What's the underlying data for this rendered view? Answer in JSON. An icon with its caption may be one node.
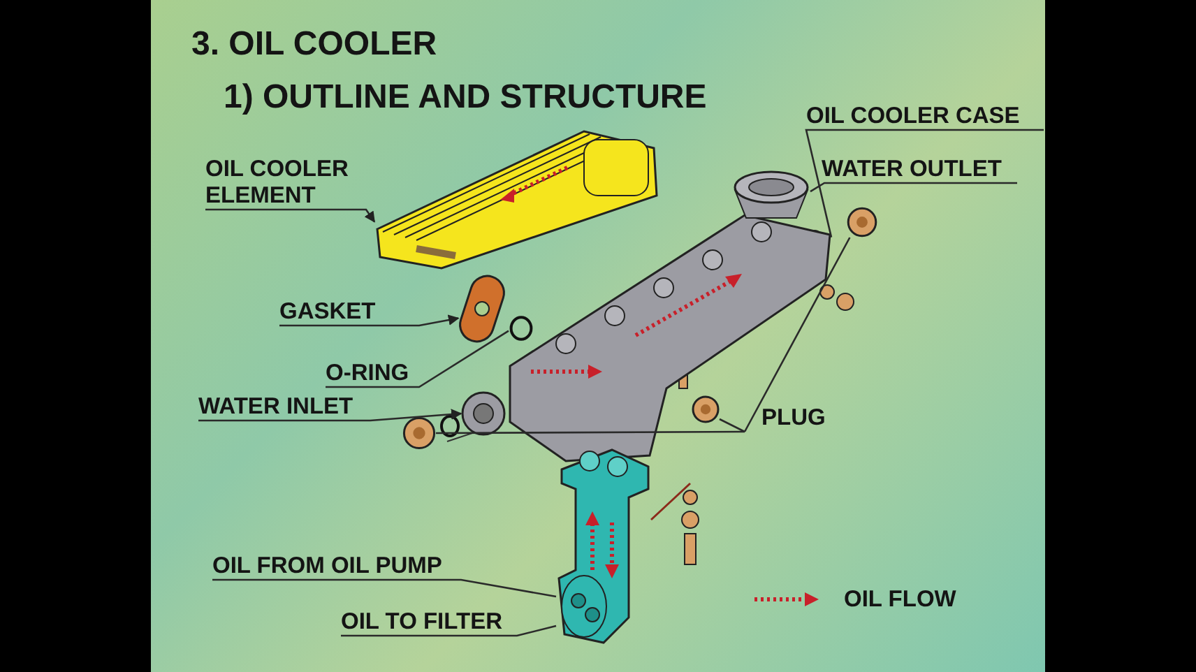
{
  "diagram": {
    "title": "3. OIL COOLER",
    "nodes": [
      {
        "text": [
          "OIL COOLER ELEMENT"
        ]
      },
      {
        "text": [],
        "shape": "picture"
      },
      {
        "text": [
          "OIL COOLER CASE"
        ]
      },
      {
        "text": [],
        "shape": "picture"
      },
      {
        "text": [
          "WATER OUTLET"
        ]
      },
      {
        "text": [],
        "shape": "cylinder"
      },
      {
        "text": [
          "GASKET"
        ]
      },
      {
        "text": [],
        "shape": "picture"
      },
      {
        "text": [
          "O-RING"
        ]
      },
      {
        "text": [],
        "shape": "circle"
      },
      {
        "text": [
          "WATER INLET"
        ]
      },
      {
        "text": [],
        "shape": "picture"
      },
      {
        "text": [
          "PLUG"
        ]
      },
      {
        "text": [],
        "shape": "picture"
      },
      {
        "text": [],
        "shape": "picture"
      },
      {
        "text": [],
        "shape": "picture"
      },
      {
        "text": [
          "OIL FROM OIL PUMP"
        ]
      },
      {
        "text": [
          "OIL TO FILTER"
        ]
      },
      {
        "text": [],
        "shape": "picture"
      }
    ],
    "edges": [
      {
        "from": 0,
        "to": 1,
        "arrow": "to"
      },
      {
        "from": 2,
        "to": 3,
        "arrow": "none"
      },
      {
        "from": 4,
        "to": 5,
        "arrow": "none"
      },
      {
        "from": 6,
        "to": 7,
        "arrow": "to"
      },
      {
        "from": 8,
        "to": 9,
        "arrow": "none"
      },
      {
        "from": 10,
        "to": 11,
        "arrow": "to"
      },
      {
        "from": 12,
        "to": 13,
        "arrow": "none"
      },
      {
        "from": 12,
        "to": 14,
        "arrow": "none"
      },
      {
        "from": 12,
        "to": 15,
        "arrow": "none"
      },
      {
        "from": 16,
        "to": 18,
        "arrow": "none"
      },
      {
        "from": 17,
        "to": 18,
        "arrow": "none"
      }
    ],
    "labels": [
      "1) OUTLINE AND STRUCTURE"
    ],
    "legend": [
      {
        "text": "OIL FLOW"
      }
    ]
  }
}
